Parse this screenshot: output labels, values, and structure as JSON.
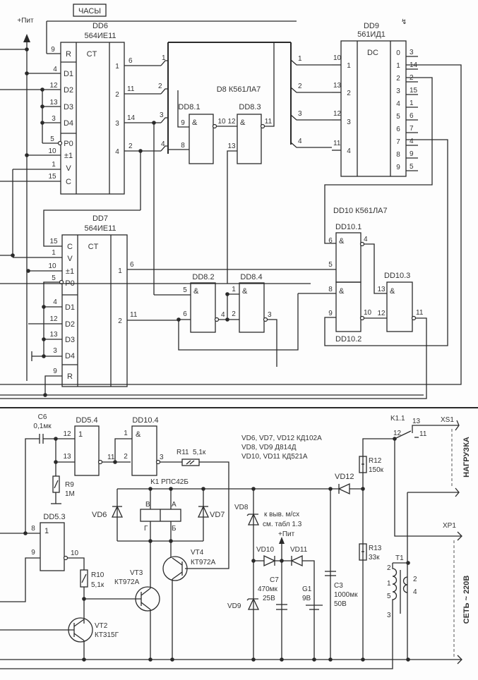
{
  "header": {
    "block_label": "ЧАСЫ",
    "power_label": "+Пит"
  },
  "dd6": {
    "name": "DD6",
    "type": "564ИЕ11",
    "func": "CT",
    "inputs": [
      {
        "pin": "9",
        "label": "R"
      },
      {
        "pin": "4",
        "label": "D1"
      },
      {
        "pin": "12",
        "label": "D2"
      },
      {
        "pin": "13",
        "label": "D3"
      },
      {
        "pin": "3",
        "label": "D4"
      },
      {
        "pin": "5",
        "label": "P0"
      },
      {
        "pin": "10",
        "label": "±1"
      },
      {
        "pin": "1",
        "label": "V"
      },
      {
        "pin": "15",
        "label": "C"
      }
    ],
    "outputs": [
      {
        "num": "1",
        "pin": "6"
      },
      {
        "num": "2",
        "pin": "11"
      },
      {
        "num": "3",
        "pin": "14"
      },
      {
        "num": "4",
        "pin": "2"
      }
    ]
  },
  "dd7": {
    "name": "DD7",
    "type": "564ИЕ11",
    "func": "CT",
    "inputs": [
      {
        "pin": "15",
        "label": "C"
      },
      {
        "pin": "1",
        "label": "V"
      },
      {
        "pin": "10",
        "label": "±1"
      },
      {
        "pin": "5",
        "label": "P0"
      },
      {
        "pin": "4",
        "label": "D1"
      },
      {
        "pin": "12",
        "label": "D2"
      },
      {
        "pin": "13",
        "label": "D3"
      },
      {
        "pin": "3",
        "label": "D4"
      },
      {
        "pin": "9",
        "label": "R"
      }
    ],
    "outputs": [
      {
        "num": "1",
        "pin": "6"
      },
      {
        "num": "2",
        "pin": "11"
      }
    ]
  },
  "dd8": {
    "title": "D8 К561ЛА7",
    "bus_numbers": [
      "1",
      "2",
      "3",
      "4"
    ],
    "gates": [
      {
        "name": "DD8.1",
        "sym": "&",
        "in1": "9",
        "in2": "8",
        "out": "10"
      },
      {
        "name": "DD8.3",
        "sym": "&",
        "in1": "12",
        "in2": "13",
        "out": "11"
      },
      {
        "name": "DD8.2",
        "sym": "&",
        "in1": "5",
        "in2": "6",
        "out": "4"
      },
      {
        "name": "DD8.4",
        "sym": "&",
        "in1": "1",
        "in2": "2",
        "out": "3"
      }
    ]
  },
  "dd9": {
    "name": "DD9",
    "type": "561ИД1",
    "func": "DC",
    "inputs": [
      {
        "num": "1",
        "pin": "10"
      },
      {
        "num": "2",
        "pin": "13"
      },
      {
        "num": "3",
        "pin": "12"
      },
      {
        "num": "4",
        "pin": "11"
      }
    ],
    "outputs": [
      {
        "num": "0",
        "pin": "3"
      },
      {
        "num": "1",
        "pin": "14"
      },
      {
        "num": "2",
        "pin": "2"
      },
      {
        "num": "3",
        "pin": "15"
      },
      {
        "num": "4",
        "pin": "1"
      },
      {
        "num": "5",
        "pin": "6"
      },
      {
        "num": "6",
        "pin": "7"
      },
      {
        "num": "7",
        "pin": "4"
      },
      {
        "num": "8",
        "pin": "9"
      },
      {
        "num": "9",
        "pin": "5"
      }
    ],
    "corner_mark": "↯"
  },
  "dd10": {
    "title": "DD10 К561ЛА7",
    "gates": [
      {
        "name": "DD10.1",
        "sym": "&",
        "in1": "6",
        "in2": "5",
        "out": "4"
      },
      {
        "name": "DD10.2",
        "sym": "&",
        "in1": "8",
        "in2": "9",
        "out": "10"
      },
      {
        "name": "DD10.3",
        "sym": "&",
        "in1": "13",
        "in2": "12",
        "out": "11"
      }
    ]
  },
  "lower": {
    "c6": {
      "name": "C6",
      "value": "0,1мк"
    },
    "dd5_4": {
      "name": "DD5.4",
      "sym": "1",
      "in1": "12",
      "in2": "13",
      "out": "11"
    },
    "dd10_4": {
      "name": "DD10.4",
      "sym": "&",
      "in1": "1",
      "in2": "2",
      "out": "3"
    },
    "r9": {
      "name": "R9",
      "value": "1M"
    },
    "r11": {
      "name": "R11",
      "value": "5,1к"
    },
    "k1": {
      "name": "K1 РПС42Б",
      "pins": [
        "В",
        "А",
        "Г",
        "Б"
      ]
    },
    "vd6": "VD6",
    "vd7": "VD7",
    "dd5_3": {
      "name": "DD5.3",
      "sym": "1",
      "in1": "8",
      "in2": "9",
      "out": "10"
    },
    "r10": {
      "name": "R10",
      "value": "5,1к"
    },
    "vt2": {
      "name": "VT2",
      "type": "КТ315Г"
    },
    "vt3": {
      "name": "VT3",
      "type": "КТ972А"
    },
    "vt4": {
      "name": "VT4",
      "type": "КТ972А"
    },
    "notes": [
      "VD6, VD7, VD12 КД102А",
      "VD8, VD9 Д814Д",
      "VD10, VD11 КД521А"
    ],
    "vd8": "VD8",
    "vd9": "VD9",
    "vd10": "VD10",
    "vd11": "VD11",
    "vd12": "VD12",
    "pit_note": [
      "к выв. м/сх",
      "см. табл 1.3",
      "+Пит"
    ],
    "c7": {
      "name": "C7",
      "value1": "470мк",
      "value2": "25В"
    },
    "g1": {
      "name": "G1",
      "value": "9В"
    },
    "c3": {
      "name": "C3",
      "value1": "1000мк",
      "value2": "50В"
    },
    "r12": {
      "name": "R12",
      "value": "150к"
    },
    "r13": {
      "name": "R13",
      "value": "33к"
    },
    "k1_1": {
      "name": "K1.1",
      "p12": "12",
      "p13": "13",
      "p11": "11"
    },
    "xs1": "XS1",
    "xp1": "XP1",
    "load_label": "НАГРУЗКА",
    "mains_label": "СЕТЬ ~ 220В",
    "t1": {
      "name": "T1",
      "pins_left": [
        "2",
        "1",
        "5",
        "3"
      ],
      "pins_right": [
        "2",
        "4"
      ]
    }
  }
}
